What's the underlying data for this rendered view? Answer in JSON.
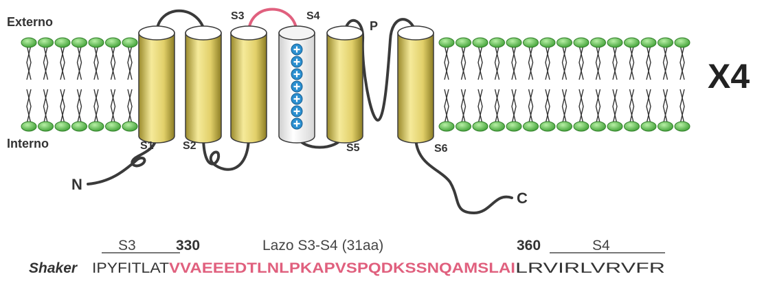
{
  "diagram": {
    "side_labels": {
      "outside": "Externo",
      "inside": "Interno"
    },
    "helix_labels": [
      "S1",
      "S2",
      "S3",
      "S4",
      "S5",
      "S6"
    ],
    "pore_label": "P",
    "n_terminus": "N",
    "c_terminus": "C",
    "multiplier": "X4",
    "colors": {
      "helix_fill": "#e3d36a",
      "s4_fill": "#ffffff",
      "charge_fill": "#2a8fd0",
      "lipid_head": "#5ec452",
      "loop": "#3a3a3a",
      "s3s4_loop": "#e0607e",
      "highlight_text": "#e0607e"
    }
  },
  "sequence": {
    "s3_label": "S3",
    "pos_start": "330",
    "loop_label": "Lazo S3-S4 (31aa)",
    "pos_end": "360",
    "s4_label": "S4",
    "species": "Shaker",
    "seq_before": "IPYFITLAT",
    "seq_loop": "VVAEEEDTLNLPKAPVSPQDKSSNQAMSLAI",
    "seq_after": "LRVIRLVRVFR"
  }
}
